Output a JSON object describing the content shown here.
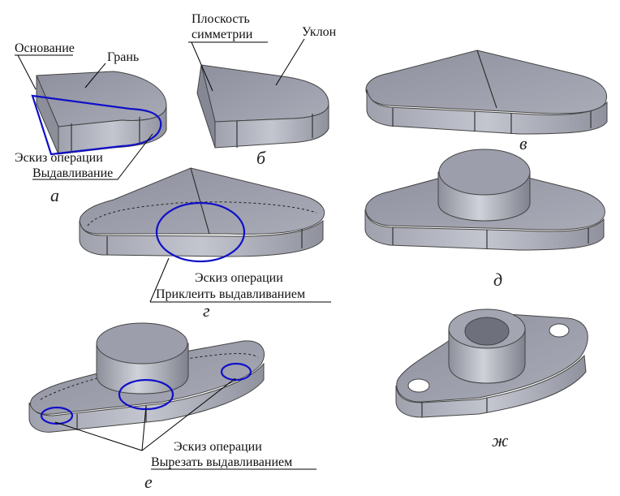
{
  "labels": {
    "osnovanie": "Основание",
    "gran": "Грань",
    "ploskost_line1": "Плоскость",
    "ploskost_line2": "симметрии",
    "uklon": "Уклон",
    "sketch_a_line1": "Эскиз операции",
    "sketch_a_line2": "Выдавливание",
    "sketch_g_line1": "Эскиз операции",
    "sketch_g_line2": "Приклеить выдавливанием",
    "sketch_e_line1": "Эскиз операции",
    "sketch_e_line2": "Вырезать выдавливанием"
  },
  "captions": {
    "a": "а",
    "b": "б",
    "v": "в",
    "g": "г",
    "d": "д",
    "e": "е",
    "zh": "ж"
  },
  "colors": {
    "face_top": "#9a9ca9",
    "face_side": "#b8bac6",
    "face_dark": "#7d7f8c",
    "sketch_blue": "#1010c8"
  }
}
